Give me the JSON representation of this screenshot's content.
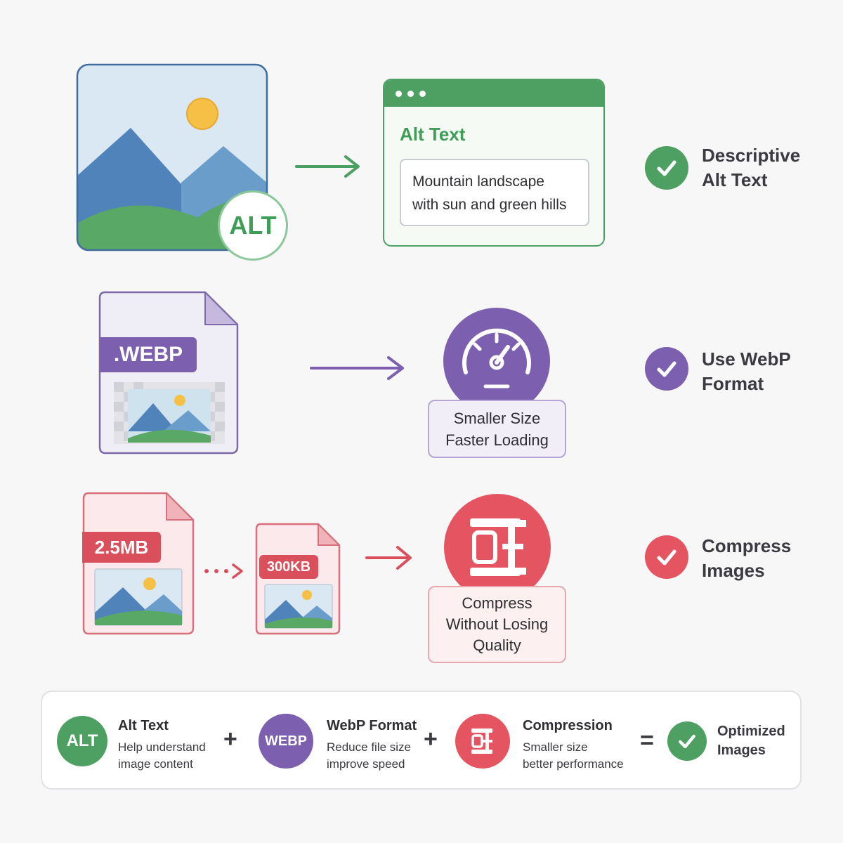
{
  "colors": {
    "green": "#4e9f62",
    "purple": "#7c5fae",
    "red": "#d94f5c",
    "blue_mountain": "#4f83b9",
    "sun": "#f6bf45"
  },
  "row1": {
    "badge": "ALT",
    "window_title": "Alt Text",
    "description_line1": "Mountain landscape",
    "description_line2": "with sun and green hills",
    "label_line1": "Descriptive",
    "label_line2": "Alt Text"
  },
  "row2": {
    "format_tag": ".WEBP",
    "card_line1": "Smaller Size",
    "card_line2": "Faster Loading",
    "label_line1": "Use WebP",
    "label_line2": "Format"
  },
  "row3": {
    "original_size": "2.5MB",
    "compressed_size": "300KB",
    "card_line1": "Compress",
    "card_line2": "Without Losing",
    "card_line3": "Quality",
    "label_line1": "Compress",
    "label_line2": "Images"
  },
  "summary": {
    "items": [
      {
        "icon_text": "ALT",
        "title": "Alt Text",
        "desc_line1": "Help understand",
        "desc_line2": "image content"
      },
      {
        "icon_text": "WEBP",
        "title": "WebP Format",
        "desc_line1": "Reduce file size",
        "desc_line2": "improve speed"
      },
      {
        "icon_text": "",
        "title": "Compression",
        "desc_line1": "Smaller size",
        "desc_line2": "better performance"
      }
    ],
    "op_plus": "+",
    "op_equals": "=",
    "result_line1": "Optimized",
    "result_line2": "Images"
  }
}
